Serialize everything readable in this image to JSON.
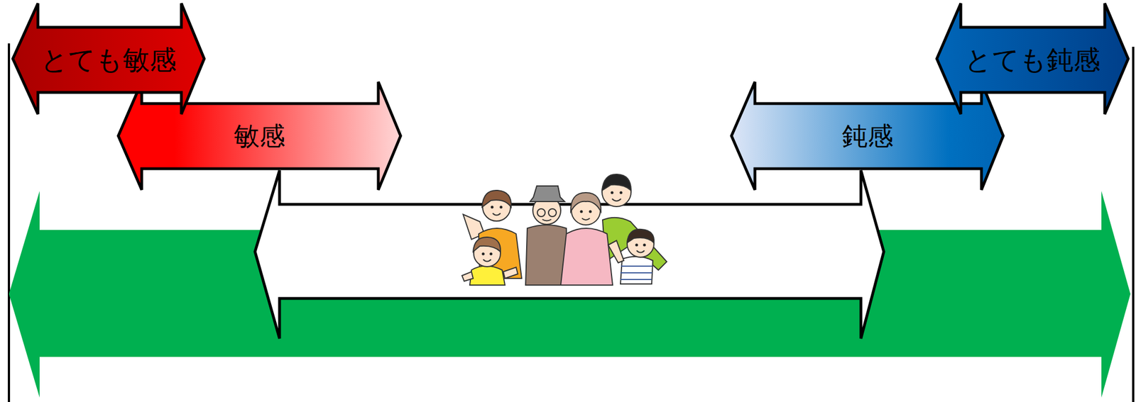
{
  "diagram": {
    "nodes": [
      {
        "text": [
          "とても敏感"
        ]
      },
      {
        "text": [
          "とても鈍感"
        ]
      },
      {
        "text": [
          "敏感"
        ]
      },
      {
        "text": [
          "鈍感"
        ]
      }
    ]
  }
}
